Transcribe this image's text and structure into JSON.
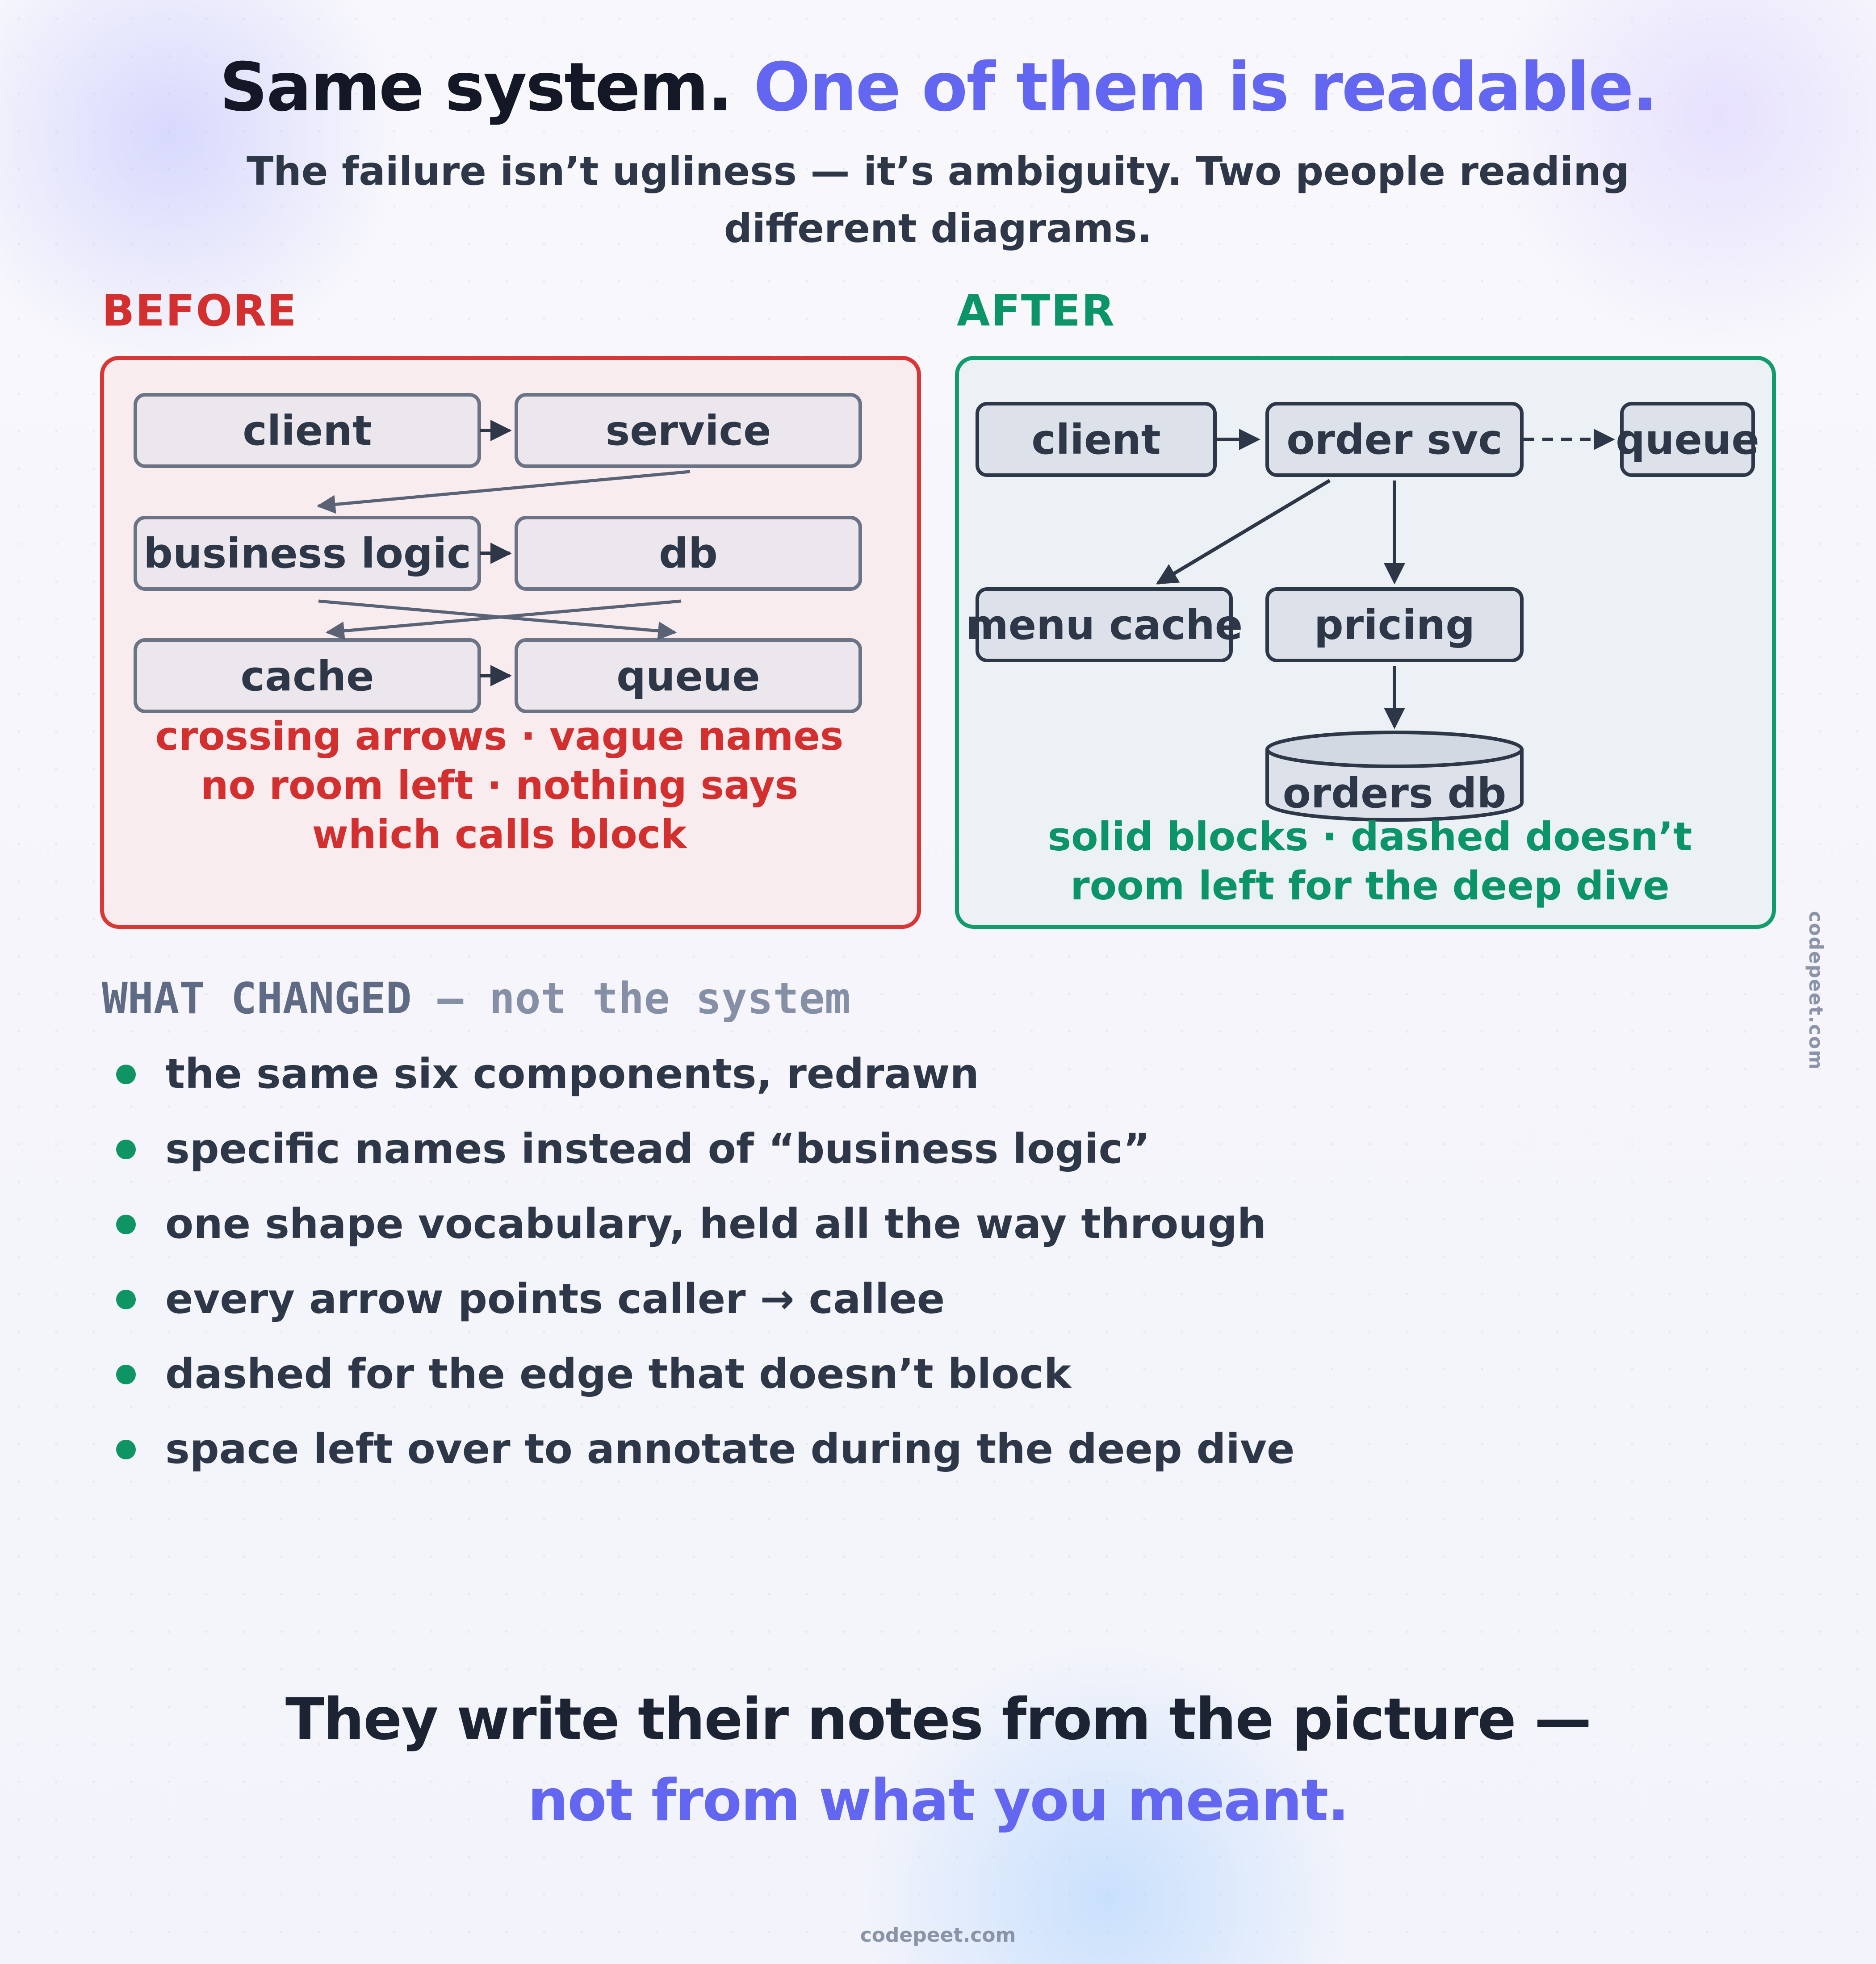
{
  "header": {
    "title_part1": "Same system.",
    "title_part2": "One of them is readable.",
    "subtitle": "The failure isn’t ugliness — it’s ambiguity. Two people reading different diagrams."
  },
  "before": {
    "label": "BEFORE",
    "nodes": {
      "client": "client",
      "service": "service",
      "business_logic": "business logic",
      "db": "db",
      "cache": "cache",
      "queue": "queue"
    },
    "notes": [
      "crossing arrows · vague names",
      "no room left · nothing says",
      "which calls block"
    ]
  },
  "after": {
    "label": "AFTER",
    "nodes": {
      "client": "client",
      "order_svc": "order svc",
      "queue": "queue",
      "menu_cache": "menu cache",
      "pricing": "pricing",
      "orders_db": "orders db"
    },
    "notes": [
      "solid blocks · dashed doesn’t",
      "room left for the deep dive"
    ]
  },
  "changes": {
    "heading": "WHAT CHANGED",
    "heading_rest": " — not the system",
    "items": [
      "the same six components, redrawn",
      "specific names instead of “business logic”",
      "one shape vocabulary, held all the way through",
      "every arrow points caller → callee",
      "dashed for the edge that doesn’t block",
      "space left over to annotate during the deep dive"
    ]
  },
  "closing": {
    "line1": "They write their notes from the picture —",
    "line2": "not from what you meant."
  },
  "footer": {
    "site": "codepeet.com",
    "side_site": "codepeet.com"
  },
  "colors": {
    "accent": "#6366f1",
    "before": "#d32f2f",
    "after": "#0b9467",
    "node_stroke": "#6b7385",
    "arrow": "#2d3748"
  }
}
